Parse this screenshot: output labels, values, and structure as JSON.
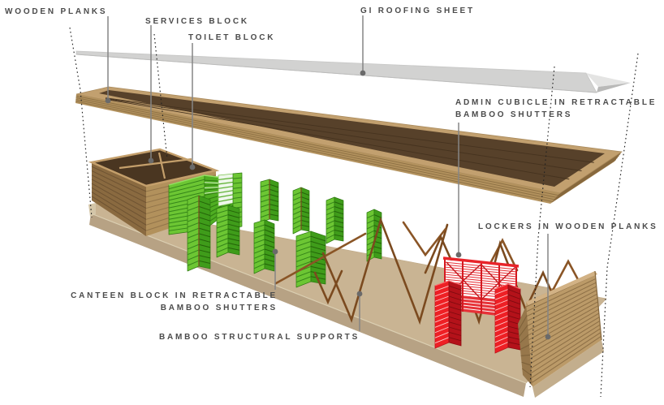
{
  "diagram": {
    "kind": "architectural-exploded-axonometric",
    "labels": {
      "wooden_planks": "WOODEN PLANKS",
      "services_block": "SERVICES BLOCK",
      "toilet_block": "TOILET BLOCK",
      "gi_roofing_sheet": "GI ROOFING SHEET",
      "admin_cubicle_line1": "ADMIN CUBICLE IN RETRACTABLE",
      "admin_cubicle_line2": "BAMBOO SHUTTERS",
      "lockers": "LOCKERS IN WOODEN PLANKS",
      "canteen_line1": "CANTEEN BLOCK IN RETRACTABLE",
      "canteen_line2": "BAMBOO SHUTTERS",
      "bamboo_supports": "BAMBOO STRUCTURAL SUPPORTS"
    },
    "colors": {
      "background": "#ffffff",
      "label_text": "#4b4b4b",
      "leader_line": "#858585",
      "leader_dot": "#6a6a6a",
      "projection_dotted": "#222222",
      "roof_sheet": "#d2d2d1",
      "roof_fold_light": "#e4e4e3",
      "roof_fold_shadow": "#b9b9b8",
      "wood_rim": "#c2a06f",
      "wood_interior_dark": "#57412a",
      "wood_plank_face": "#b3925e",
      "platform_top": "#c9b493",
      "platform_side": "#b7a284",
      "box_face_shadow": "#8a6a40",
      "shutter_green_bright": "#6cc633",
      "shutter_green_dark": "#3f9c1a",
      "shutter_red_bright": "#ee2025",
      "shutter_red_dark": "#b4121a",
      "bamboo_stick": "#7b4a1f",
      "lockers_wood": "#bb9a68"
    }
  }
}
